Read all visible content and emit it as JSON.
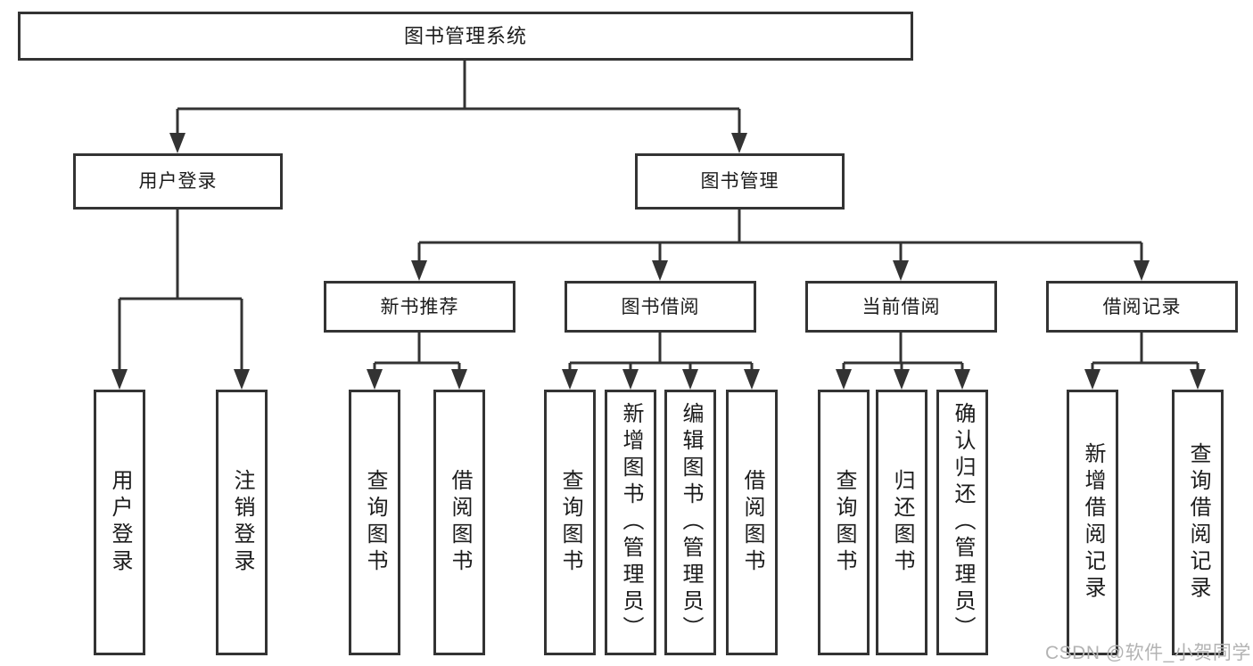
{
  "diagram": {
    "title": "图书管理系统",
    "tree": {
      "label": "图书管理系统",
      "children": [
        {
          "label": "用户登录",
          "children": [
            {
              "label": "用户登录"
            },
            {
              "label": "注销登录"
            }
          ]
        },
        {
          "label": "图书管理",
          "children": [
            {
              "label": "新书推荐",
              "children": [
                {
                  "label": "查询图书"
                },
                {
                  "label": "借阅图书"
                }
              ]
            },
            {
              "label": "图书借阅",
              "children": [
                {
                  "label": "查询图书"
                },
                {
                  "label": "新增图书（管理员）"
                },
                {
                  "label": "编辑图书（管理员）"
                },
                {
                  "label": "借阅图书"
                }
              ]
            },
            {
              "label": "当前借阅",
              "children": [
                {
                  "label": "查询图书"
                },
                {
                  "label": "归还图书"
                },
                {
                  "label": "确认归还（管理员）"
                }
              ]
            },
            {
              "label": "借阅记录",
              "children": [
                {
                  "label": "新增借阅记录"
                },
                {
                  "label": "查询借阅记录"
                }
              ]
            }
          ]
        }
      ]
    }
  },
  "watermark": {
    "text": "CSDN @软件_小贺同学"
  },
  "colors": {
    "line": "#333333",
    "text": "#1c1c1c",
    "watermark": "#b3b3b3",
    "background": "#ffffff"
  }
}
